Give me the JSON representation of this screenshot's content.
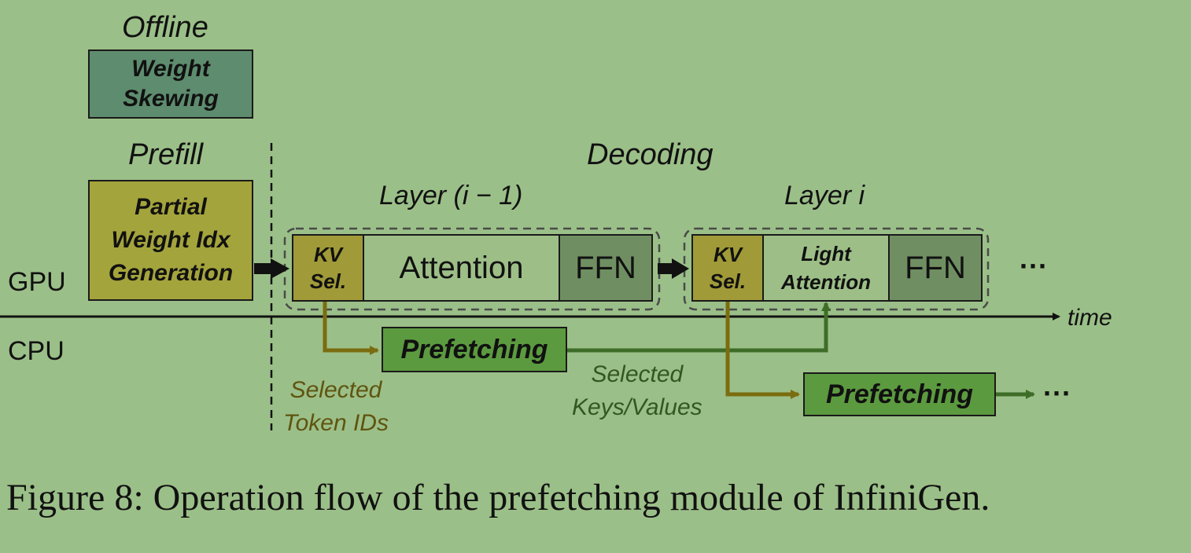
{
  "labels": {
    "offline": "Offline",
    "prefill": "Prefill",
    "decoding": "Decoding",
    "layer_prev": "Layer (i − 1)",
    "layer_cur": "Layer i",
    "gpu": "GPU",
    "cpu": "CPU",
    "time": "time",
    "ellipsis_gpu": "···",
    "ellipsis_cpu": "···",
    "selected_token_ids": [
      "Selected",
      "Token IDs"
    ],
    "selected_kv": [
      "Selected",
      "Keys/Values"
    ]
  },
  "boxes": {
    "weight_skewing": [
      "Weight",
      "Skewing"
    ],
    "partial_weight_idx": [
      "Partial",
      "Weight Idx",
      "Generation"
    ],
    "kv_sel_1": [
      "KV",
      "Sel."
    ],
    "attention": "Attention",
    "ffn_1": "FFN",
    "kv_sel_2": [
      "KV",
      "Sel."
    ],
    "light_attention": [
      "Light",
      "Attention"
    ],
    "ffn_2": "FFN",
    "prefetching_1": "Prefetching",
    "prefetching_2": "Prefetching"
  },
  "caption": "Figure 8: Operation flow of the prefetching module of InfiniGen.",
  "colors": {
    "background": "#9bbf88",
    "weight_skewing": "#5e8c6e",
    "olive_box": "#a4a43c",
    "kv_sel": "#a09a38",
    "attention": "#9dbf87",
    "ffn": "#6f8f62",
    "prefetching": "#5c9a40",
    "olive_arrow": "#7a6c10",
    "green_arrow": "#3e6d28",
    "olive_text": "#5f5410",
    "green_text": "#34571f"
  }
}
